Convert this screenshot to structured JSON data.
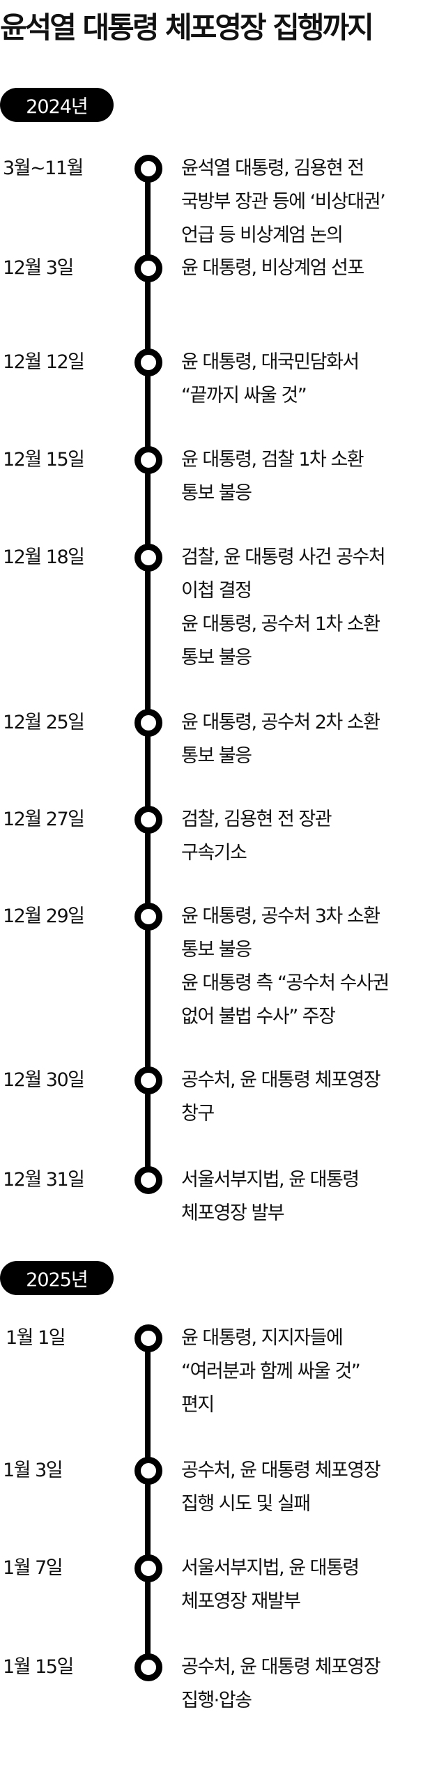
{
  "title": "윤석열 대통령 체포영장 집행까지",
  "colors": {
    "timeline": "#000000",
    "badge_bg": "#000000",
    "badge_text": "#ffffff",
    "text": "#111111"
  },
  "sections": [
    {
      "year_label": "2024년",
      "events": [
        {
          "date": "3월~11월",
          "lines": [
            "윤석열 대통령, 김용현 전",
            "국방부 장관 등에 ‘비상대권’",
            "언급 등 비상계엄 논의"
          ]
        },
        {
          "date": "12월 3일",
          "lines": [
            "윤 대통령, 비상계엄 선포"
          ]
        },
        {
          "date": "12월 12일",
          "lines": [
            "윤 대통령, 대국민담화서",
            "“끝까지 싸울 것”"
          ]
        },
        {
          "date": "12월 15일",
          "lines": [
            "윤 대통령, 검찰 1차 소환",
            "통보 불응"
          ]
        },
        {
          "date": "12월 18일",
          "lines": [
            "검찰, 윤 대통령 사건 공수처",
            "이첩 결정",
            "윤 대통령, 공수처 1차 소환",
            "통보 불응"
          ]
        },
        {
          "date": "12월 25일",
          "lines": [
            "윤 대통령, 공수처 2차 소환",
            "통보 불응"
          ]
        },
        {
          "date": "12월 27일",
          "lines": [
            "검찰, 김용현 전 장관",
            "구속기소"
          ]
        },
        {
          "date": "12월 29일",
          "lines": [
            "윤 대통령, 공수처 3차 소환",
            "통보 불응",
            "윤 대통령 측 “공수처 수사권",
            "없어 불법 수사” 주장"
          ]
        },
        {
          "date": "12월 30일",
          "lines": [
            "공수처, 윤 대통령 체포영장",
            "창구"
          ]
        },
        {
          "date": "12월 31일",
          "lines": [
            "서울서부지법, 윤 대통령",
            "체포영장 발부"
          ]
        }
      ]
    },
    {
      "year_label": "2025년",
      "events": [
        {
          "date": "1월 1일",
          "lines": [
            "윤 대통령, 지지자들에",
            "“여러분과 함께 싸울 것”",
            "편지"
          ]
        },
        {
          "date": "1월 3일",
          "lines": [
            "공수처, 윤 대통령 체포영장",
            "집행 시도 및 실패"
          ]
        },
        {
          "date": "1월 7일",
          "lines": [
            "서울서부지법, 윤 대통령",
            "체포영장 재발부"
          ]
        },
        {
          "date": "1월 15일",
          "lines": [
            "공수처, 윤 대통령 체포영장",
            "집행·압송"
          ]
        }
      ]
    }
  ]
}
